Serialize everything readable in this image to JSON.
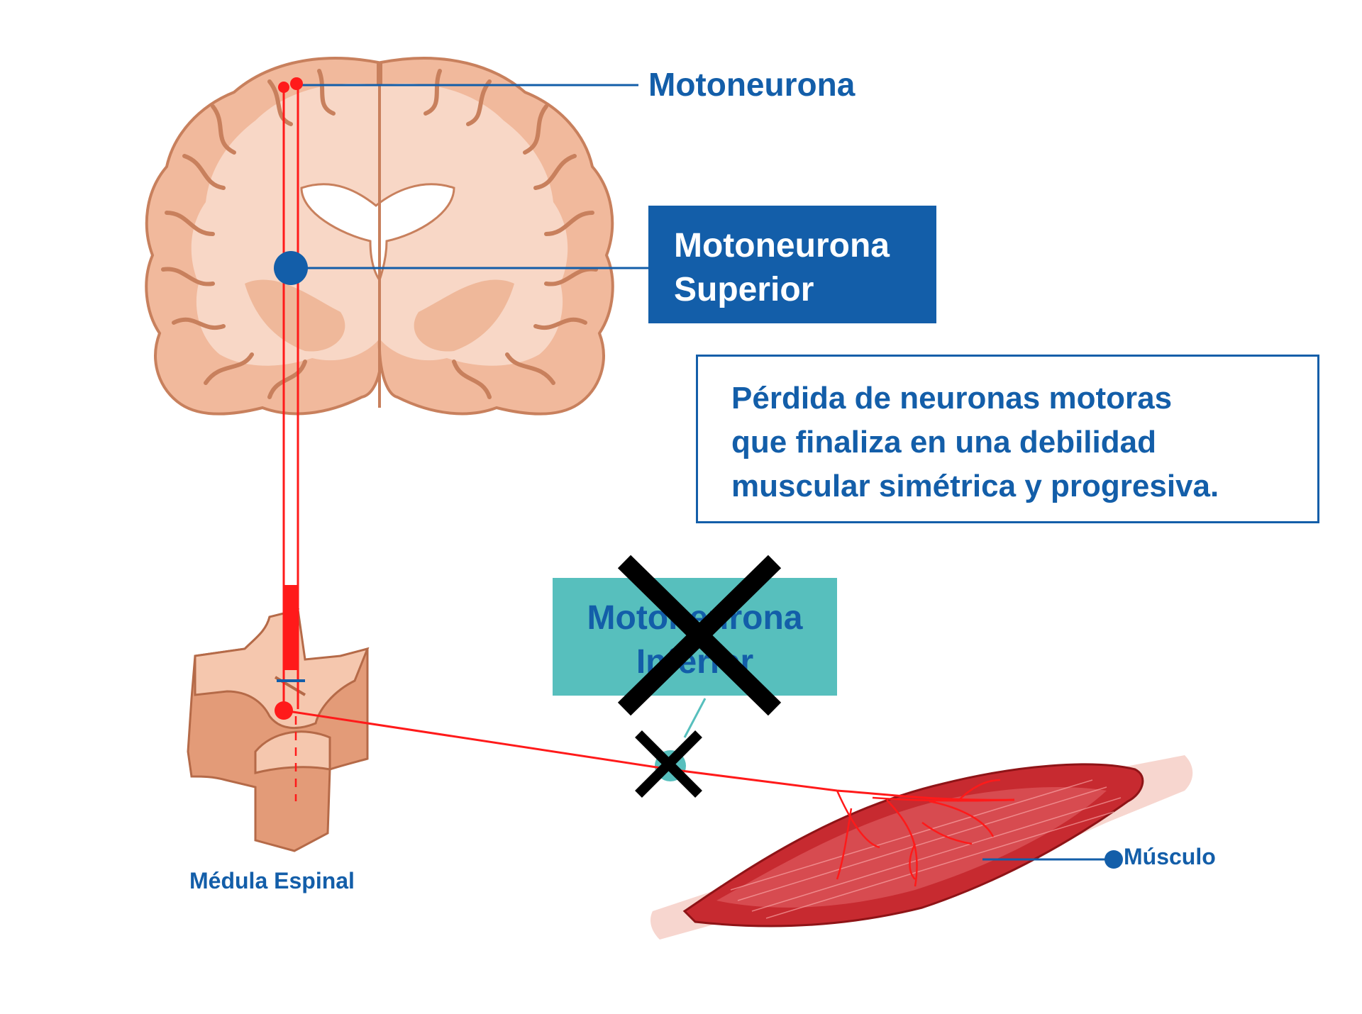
{
  "labels": {
    "motoneurona": "Motoneurona",
    "superior": [
      "Motoneurona",
      "Superior"
    ],
    "descripcion": [
      "Pérdida de neuronas motoras",
      "que finaliza en una debilidad",
      "muscular simétrica y progresiva."
    ],
    "inferior": [
      "Motoneurona",
      "Inferior"
    ],
    "medula": "Médula Espinal",
    "musculo": "Músculo"
  },
  "colors": {
    "brand_blue": "#135ea9",
    "teal": "#57bfbd",
    "neuron_red": "#ff1a1a",
    "brain_fill": "#f2bfa2",
    "brain_stroke": "#c67a55",
    "muscle_red": "#c8202a",
    "cross": "#000000"
  },
  "icons": {
    "brain": "brain-coronal-section",
    "spinal": "spinal-cord-segment",
    "muscle": "muscle-fiber",
    "cross": "x-mark"
  }
}
